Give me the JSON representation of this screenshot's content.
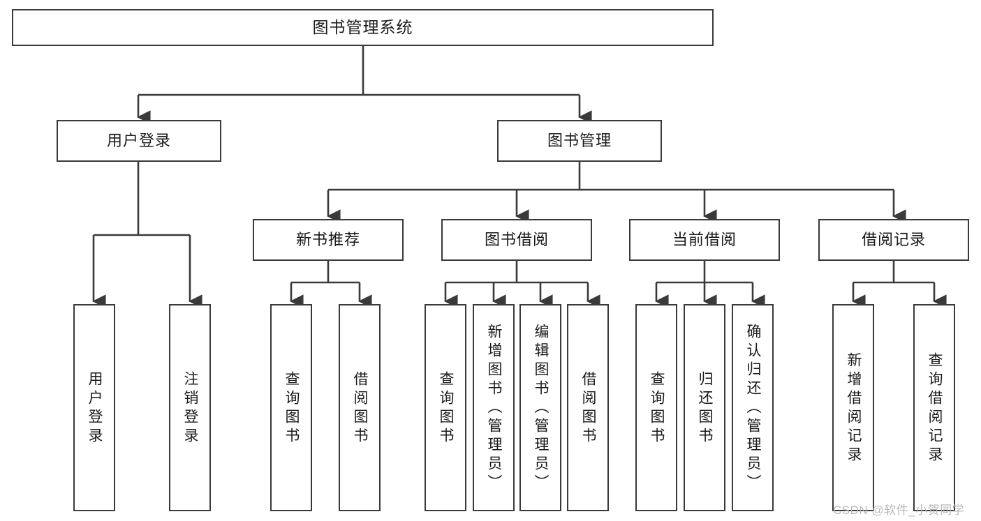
{
  "diagram": {
    "type": "tree-hierarchy",
    "title": "图书管理系统",
    "watermark": "CSDN @软件_小贺同学",
    "colors": {
      "stroke": "#3a3a3a",
      "fill": "#ffffff",
      "text": "#1a1a1a",
      "watermark": "#b9b9b9"
    },
    "levels": {
      "root": {
        "label": "图书管理系统"
      },
      "level2": [
        {
          "id": "user-login",
          "label": "用户登录"
        },
        {
          "id": "book-manage",
          "label": "图书管理"
        }
      ],
      "level3": [
        {
          "id": "new-book-rec",
          "label": "新书推荐",
          "parent": "book-manage"
        },
        {
          "id": "book-borrow",
          "label": "图书借阅",
          "parent": "book-manage"
        },
        {
          "id": "current-borrow",
          "label": "当前借阅",
          "parent": "book-manage"
        },
        {
          "id": "borrow-record",
          "label": "借阅记录",
          "parent": "book-manage"
        }
      ],
      "leaves": [
        {
          "id": "leaf-user-login",
          "label": "用户登录",
          "parent": "user-login"
        },
        {
          "id": "leaf-user-logout",
          "label": "注销登录",
          "parent": "user-login"
        },
        {
          "id": "leaf-query-book-1",
          "label": "查询图书",
          "parent": "new-book-rec"
        },
        {
          "id": "leaf-borrow-book-1",
          "label": "借阅图书",
          "parent": "new-book-rec"
        },
        {
          "id": "leaf-query-book-2",
          "label": "查询图书",
          "parent": "book-borrow"
        },
        {
          "id": "leaf-add-book",
          "label": "新增图书（管理员）",
          "parent": "book-borrow"
        },
        {
          "id": "leaf-edit-book",
          "label": "编辑图书（管理员）",
          "parent": "book-borrow"
        },
        {
          "id": "leaf-borrow-book-2",
          "label": "借阅图书",
          "parent": "book-borrow"
        },
        {
          "id": "leaf-query-book-3",
          "label": "查询图书",
          "parent": "current-borrow"
        },
        {
          "id": "leaf-return-book",
          "label": "归还图书",
          "parent": "current-borrow"
        },
        {
          "id": "leaf-confirm-return",
          "label": "确认归还（管理员）",
          "parent": "current-borrow"
        },
        {
          "id": "leaf-add-record",
          "label": "新增借阅记录",
          "parent": "borrow-record"
        },
        {
          "id": "leaf-query-record",
          "label": "查询借阅记录",
          "parent": "borrow-record"
        }
      ]
    }
  }
}
